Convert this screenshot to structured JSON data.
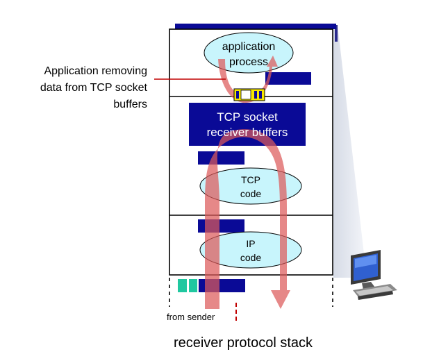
{
  "annotation": {
    "line1": "Application removing",
    "line2": "data from TCP socket",
    "line3": "buffers"
  },
  "layers": {
    "application": {
      "line1": "application",
      "line2": "process"
    },
    "socket": {
      "line1": "TCP socket",
      "line2": "receiver buffers"
    },
    "tcp": {
      "line1": "TCP",
      "line2": "code"
    },
    "ip": {
      "line1": "IP",
      "line2": "code"
    }
  },
  "from_sender": "from sender",
  "caption": "receiver protocol stack",
  "colors": {
    "navy": "#0a0a96",
    "ellipse": "#c8f5fc",
    "arrow": "#dc5a5a",
    "teal": "#20c8a0",
    "leader": "#c00000",
    "socket_yellow": "#f5e600"
  },
  "icons": [
    "computer-icon"
  ]
}
